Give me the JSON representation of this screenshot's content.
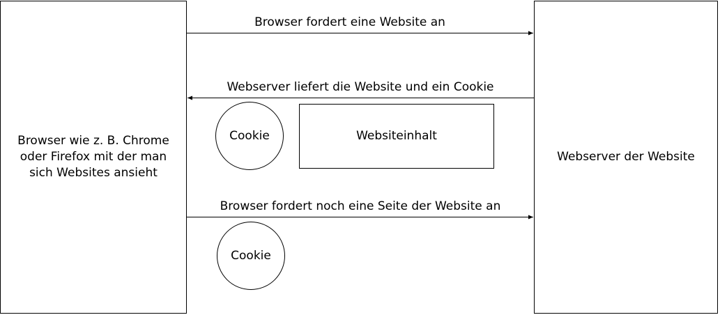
{
  "browser": {
    "label": "Browser wie z. B. Chrome\noder Firefox mit der man\nsich Websites ansieht"
  },
  "server": {
    "label": "Webserver der Website"
  },
  "arrows": {
    "request_1": "Browser fordert eine Website an",
    "response": "Webserver liefert die Website und ein Cookie",
    "request_2": "Browser fordert noch eine Seite der Website an"
  },
  "response_payload": {
    "cookie_label": "Cookie",
    "content_label": "Websiteinhalt"
  },
  "request_2_payload": {
    "cookie_label": "Cookie"
  },
  "colors": {
    "stroke": "#000000",
    "background": "#ffffff"
  }
}
